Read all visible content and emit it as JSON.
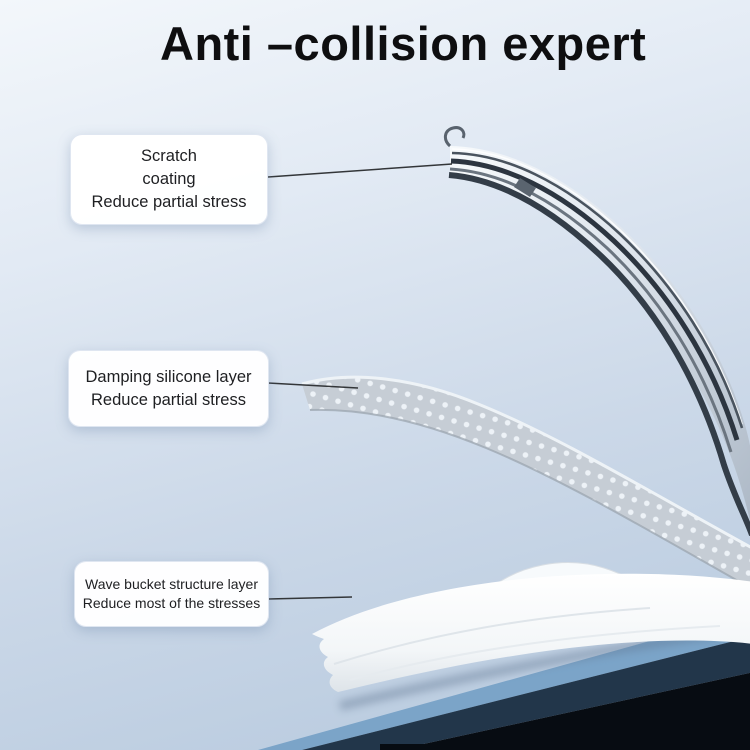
{
  "title": "Anti –collision expert",
  "callouts": [
    {
      "lines": [
        "Scratch",
        "coating",
        "Reduce partial stress"
      ]
    },
    {
      "lines": [
        "Damping silicone layer",
        "Reduce partial stress"
      ]
    },
    {
      "lines": [
        "Wave bucket structure layer",
        "Reduce most of the stresses"
      ]
    }
  ],
  "layers": [
    {
      "name": "scratch-coating-layer"
    },
    {
      "name": "damping-silicone-mesh-layer"
    },
    {
      "name": "wave-bucket-structure-layer"
    },
    {
      "name": "phone-body"
    }
  ],
  "colors": {
    "background_top": "#f3f7fb",
    "background_bottom": "#b5c8dd",
    "title_text": "#0e0e10",
    "card_background": "#ffffff",
    "card_text": "#1e1f22",
    "leader_line": "#333639",
    "metal_highlight": "#f5f8fb",
    "metal_dark_stripe": "#2c3540",
    "mesh_gray": "#c6cdd5",
    "mesh_hole": "#edf2f7",
    "wave_white": "#ffffff",
    "phone_edge_blue": "#7ba4c8",
    "phone_frame_navy": "#22364a",
    "phone_black": "#070c12"
  }
}
